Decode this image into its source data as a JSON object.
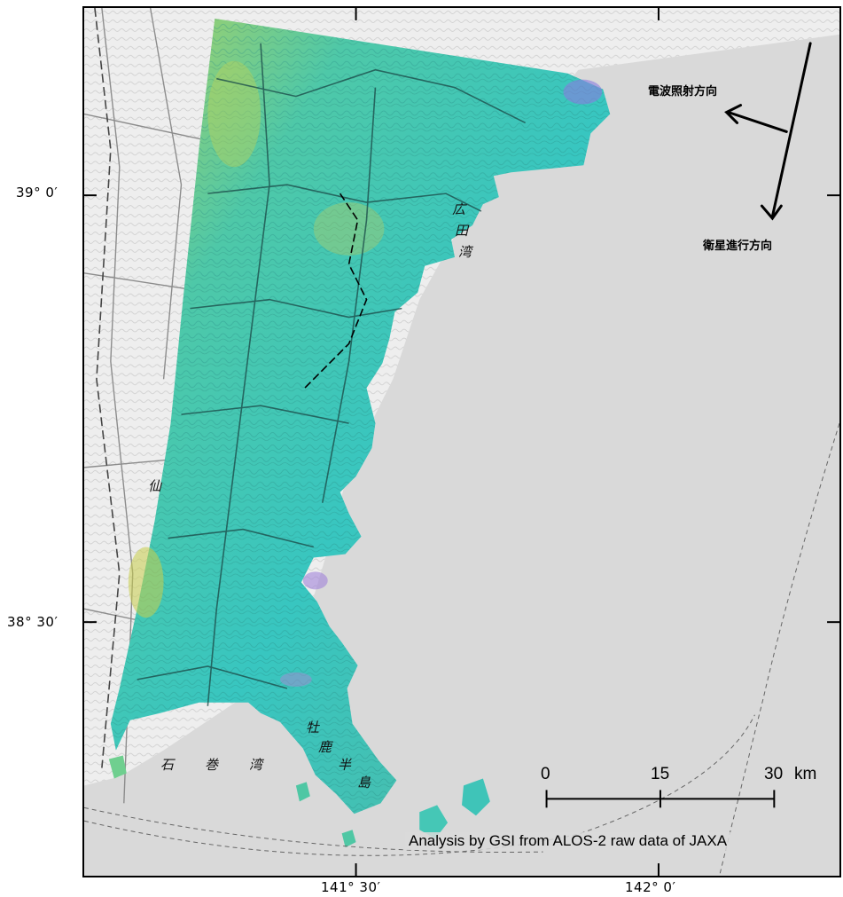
{
  "axes": {
    "latitude_labels": [
      "39° 0′",
      "38° 30′"
    ],
    "longitude_labels": [
      "141° 30′",
      "142° 0′"
    ]
  },
  "direction_labels": {
    "radar_illumination": "電波照射方向",
    "satellite_heading": "衛星進行方向"
  },
  "place_names": {
    "hirota_bay": [
      "広",
      "田",
      "湾"
    ],
    "oshika_peninsula": [
      "牡",
      "鹿",
      "半",
      "島"
    ],
    "ishinomaki_bay": [
      "石",
      "巻",
      "湾"
    ],
    "sendai": "仙"
  },
  "scale_bar": {
    "ticks": [
      "0",
      "15",
      "30"
    ],
    "unit": "km"
  },
  "credit": "Analysis by GSI from ALOS-2 raw data of JAXA",
  "colors": {
    "sea": "#d9d9d9",
    "base_land": "#eeeeee",
    "insar_primary": "#3fc9b4",
    "insar_secondary": "#9ccd5a",
    "insar_accent": "#8a7be0"
  }
}
